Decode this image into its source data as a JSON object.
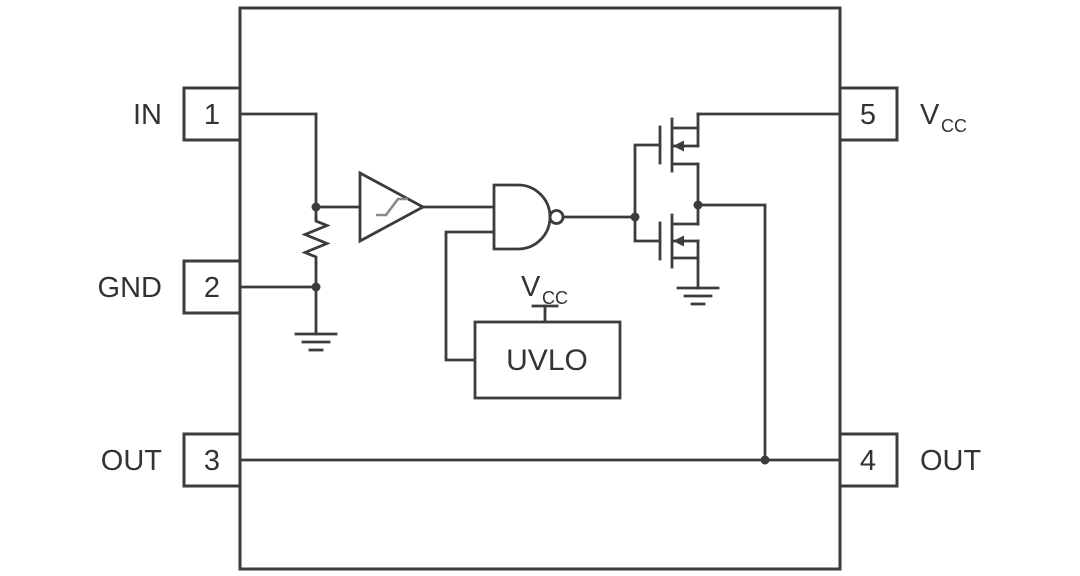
{
  "chip": {
    "pins_left": [
      {
        "number": "1",
        "label": "IN"
      },
      {
        "number": "2",
        "label": "GND"
      },
      {
        "number": "3",
        "label": "OUT"
      }
    ],
    "pins_right": [
      {
        "number": "5",
        "label": "V",
        "label_sub": "CC"
      },
      {
        "number": "4",
        "label": "OUT"
      }
    ],
    "blocks": {
      "uvlo_label": "UVLO",
      "uvlo_supply": "V",
      "uvlo_supply_sub": "CC"
    },
    "colors": {
      "wire": "#3c3c3c",
      "text": "#333333",
      "background": "#ffffff",
      "schmitt_glyph": "#8a8a8a"
    }
  }
}
